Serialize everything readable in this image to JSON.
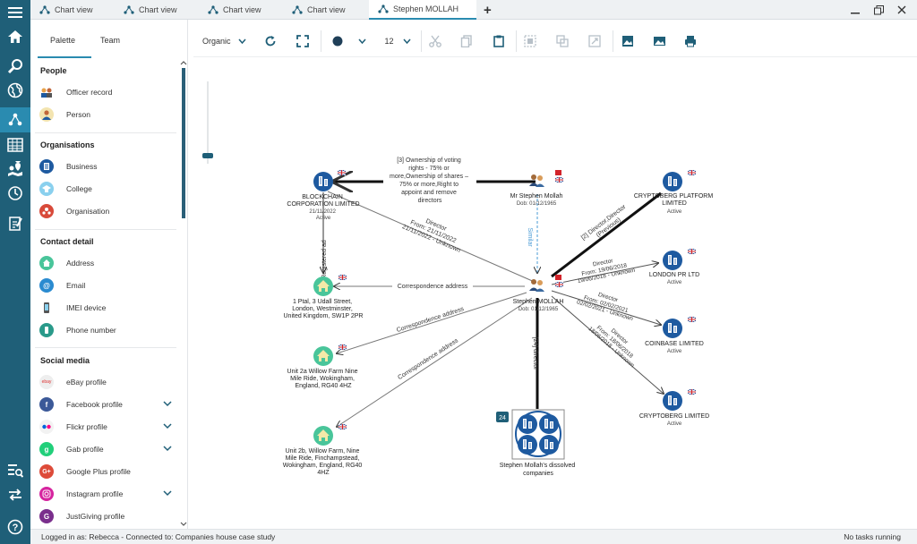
{
  "tabs": [
    {
      "label": "Chart view"
    },
    {
      "label": "Chart view"
    },
    {
      "label": "Chart view"
    },
    {
      "label": "Chart view"
    },
    {
      "label": "Stephen MOLLAH"
    }
  ],
  "palette": {
    "tab_palette": "Palette",
    "tab_team": "Team",
    "sections": [
      {
        "title": "People",
        "items": [
          {
            "label": "Officer record"
          },
          {
            "label": "Person"
          }
        ]
      },
      {
        "title": "Organisations",
        "items": [
          {
            "label": "Business"
          },
          {
            "label": "College"
          },
          {
            "label": "Organisation"
          }
        ]
      },
      {
        "title": "Contact detail",
        "items": [
          {
            "label": "Address"
          },
          {
            "label": "Email"
          },
          {
            "label": "IMEI device"
          },
          {
            "label": "Phone number"
          }
        ]
      },
      {
        "title": "Social media",
        "items": [
          {
            "label": "eBay profile"
          },
          {
            "label": "Facebook profile"
          },
          {
            "label": "Flickr profile"
          },
          {
            "label": "Gab profile"
          },
          {
            "label": "Google Plus profile"
          },
          {
            "label": "Instagram profile"
          },
          {
            "label": "JustGiving profile"
          }
        ]
      }
    ]
  },
  "toolbar": {
    "layout": "Organic",
    "font_size": "12"
  },
  "graph": {
    "nodes": {
      "blockchain": {
        "label": [
          "BLOCKCHAIN",
          "CORPORATION LIMITED"
        ],
        "sub": [
          "21/11/2022",
          "Active"
        ]
      },
      "mr_mollah": {
        "label": [
          "Mr Stephen Mollah"
        ],
        "sub": [
          "Dob: 01/12/1965"
        ]
      },
      "cryptoberg_platform": {
        "label": [
          "CRYPTOBERG PLATFORM",
          "LIMITED"
        ],
        "sub": [
          "Active"
        ]
      },
      "london_pr": {
        "label": [
          "LONDON PR LTD"
        ],
        "sub": [
          "Active"
        ]
      },
      "coinbase": {
        "label": [
          "COINBASE LIMITED"
        ],
        "sub": [
          "Active"
        ]
      },
      "cryptoberg": {
        "label": [
          "CRYPTOBERG LIMITED"
        ],
        "sub": [
          "Active"
        ]
      },
      "addr1": {
        "label": [
          "1 Ptal, 3 Udall Street,",
          "London, Westminster,",
          "United Kingdom, SW1P 2PR"
        ]
      },
      "addr2": {
        "label": [
          "Unit 2a Willow Farm Nine",
          "Mile Ride, Wokingham,",
          "England, RG40 4HZ"
        ]
      },
      "addr3": {
        "label": [
          "Unit 2b, Willow Farm, Nine",
          "Mile Ride, Finchampstead,",
          "Wokingham, England, RG40",
          "4HZ"
        ]
      },
      "stephen": {
        "label": [
          "Stephen MOLLAH"
        ],
        "sub": [
          "Dob: 01/12/1965"
        ]
      },
      "dissolved": {
        "label": [
          "Stephen Mollah's dissolved",
          "companies"
        ],
        "badge": "24"
      }
    },
    "edges": {
      "ownership": [
        "[3] Ownership of voting",
        "rights - 75% or",
        "more,Ownership of shares –",
        "75% or more,Right to",
        "appoint and remove",
        "directors"
      ],
      "registered": "Registered ad",
      "director_blockchain": [
        "Director",
        "From: 21/11/2022",
        "21/11/2022 - Unknown"
      ],
      "similar": "Similar",
      "director_platform": [
        "[2] Director,Director",
        "(Previous)"
      ],
      "director_london": [
        "Director",
        "From: 19/06/2018",
        "19/06/2018 - Unknown"
      ],
      "director_coinbase": [
        "Director",
        "From: 02/02/2021",
        "02/02/2021 - Unknown"
      ],
      "director_cryptoberg": [
        "Director",
        "From: 18/06/2018",
        "18/06/2018 - Unknown"
      ],
      "corr1": "Correspondence address",
      "corr2": "Correspondence address",
      "corr3": "Correspondence address",
      "dissolved_edge": "[24] director"
    }
  },
  "status": {
    "left": "Logged in as: Rebecca - Connected to: Companies house case study",
    "right": "No tasks running"
  },
  "colors": {
    "rail": "#1f5f78",
    "accent": "#2a8bb0",
    "business": "#1e5aa0",
    "address": "#49c59a"
  }
}
